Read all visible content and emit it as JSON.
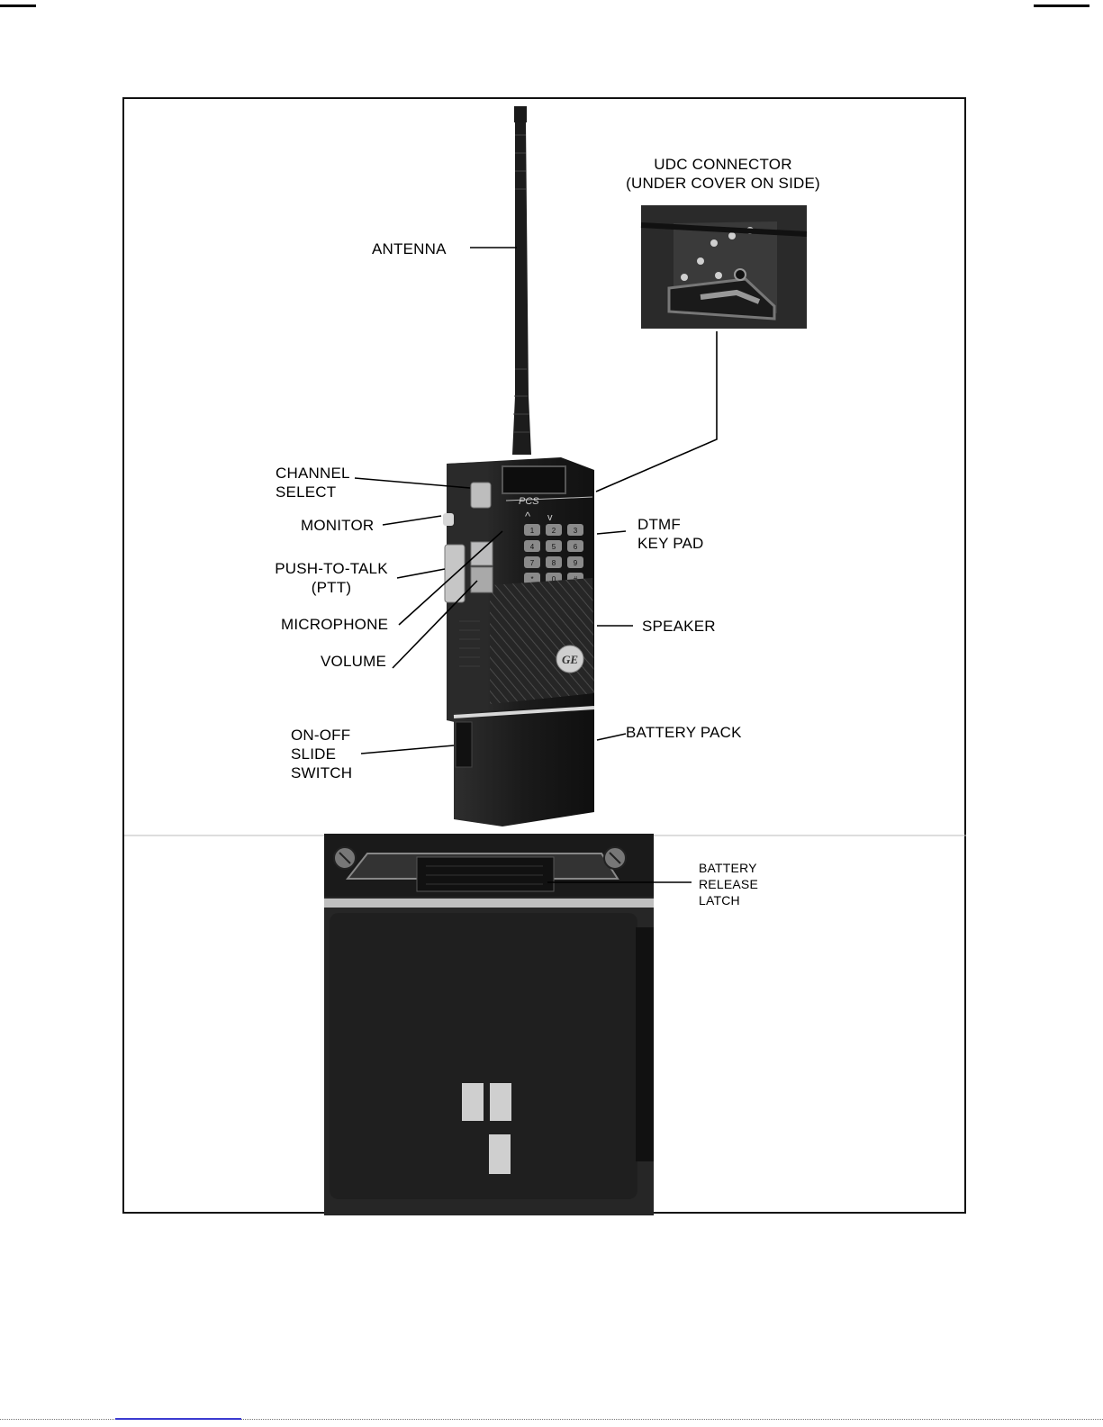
{
  "figure": {
    "labels": {
      "antenna": "ANTENNA",
      "udc_connector": "UDC CONNECTOR\n(UNDER COVER ON SIDE)",
      "channel_select": "CHANNEL\nSELECT",
      "monitor": "MONITOR",
      "push_to_talk": "PUSH-TO-TALK\n(PTT)",
      "microphone": "MICROPHONE",
      "volume": "VOLUME",
      "dtmf_key_pad": "DTMF\nKEY PAD",
      "speaker": "SPEAKER",
      "on_off_slide_switch": "ON-OFF\nSLIDE\nSWITCH",
      "battery_pack": "BATTERY PACK",
      "battery_release_latch": "BATTERY\nRELEASE\nLATCH"
    },
    "radio": {
      "brand_mark": "PCS",
      "logo": "GE",
      "keys": [
        "1",
        "2",
        "3",
        "4",
        "5",
        "6",
        "7",
        "8",
        "9",
        "*",
        "0",
        "#"
      ]
    },
    "colors": {
      "body": "#1e1e1e",
      "accent": "#d0d0d0",
      "frame": "#111111"
    }
  }
}
